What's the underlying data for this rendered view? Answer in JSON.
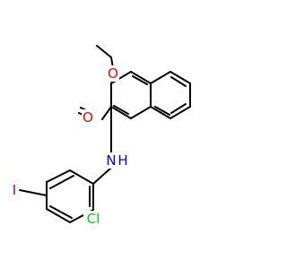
{
  "molecule": {
    "colors": {
      "bond": "#000000",
      "O": "#ff0000",
      "N": "#0000ff",
      "Cl": "#00cc00",
      "I": "#940094"
    },
    "atoms": [
      {
        "id": "O_methoxy",
        "symbol": "O",
        "label": "O"
      },
      {
        "id": "O_carbonyl",
        "symbol": "O",
        "label": "O"
      },
      {
        "id": "N_amide",
        "symbol": "N",
        "label": "N"
      },
      {
        "id": "H_amide",
        "symbol": "N",
        "label": "H"
      },
      {
        "id": "Cl",
        "symbol": "Cl",
        "label": "Cl"
      },
      {
        "id": "I",
        "symbol": "I",
        "label": "I"
      }
    ]
  }
}
